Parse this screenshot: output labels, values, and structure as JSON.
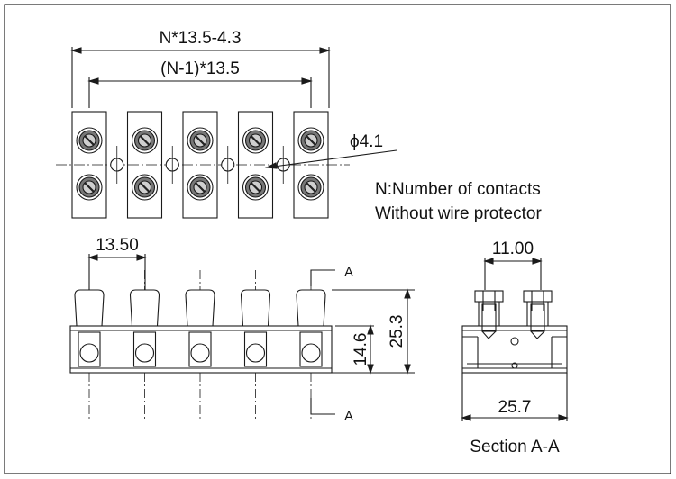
{
  "top_view": {
    "dim_total": "N*13.5-4.3",
    "dim_pitch_span": "(N-1)*13.5",
    "dim_hole": "ϕ4.1",
    "contacts": 5
  },
  "notes": {
    "line1": "N:Number of contacts",
    "line2": "Without wire protector"
  },
  "front_view": {
    "dim_pitch": "13.50",
    "dim_height_total": "25.3",
    "dim_height_body": "14.6",
    "section_mark_top": "A",
    "section_mark_bottom": "A"
  },
  "section_view": {
    "dim_top": "11.00",
    "dim_width": "25.7",
    "caption": "Section A-A"
  },
  "colors": {
    "line": "#1a1a1a",
    "screw_fill": "#777777",
    "frame": "#222222"
  }
}
